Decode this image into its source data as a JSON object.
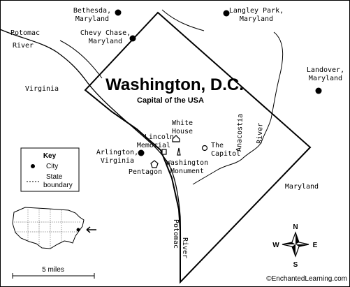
{
  "map": {
    "title": "Washington, D.C.",
    "subtitle": "Capital of the USA",
    "credit": "©EnchantedLearning.com",
    "scale_label": "5 miles",
    "regions": {
      "virginia": "Virginia",
      "maryland": "Maryland"
    },
    "rivers": {
      "potomac_upper_1": "Potomac",
      "potomac_upper_2": "River",
      "potomac_lower_1": "Potomac",
      "potomac_lower_2": "River",
      "anacostia_1": "Anacostia",
      "anacostia_2": "River"
    },
    "cities": {
      "bethesda_1": "Bethesda,",
      "bethesda_2": "Maryland",
      "chevy_1": "Chevy Chase,",
      "chevy_2": "Maryland",
      "langley_1": "Langley Park,",
      "langley_2": "Maryland",
      "landover_1": "Landover,",
      "landover_2": "Maryland",
      "arlington_1": "Arlington,",
      "arlington_2": "Virginia"
    },
    "landmarks": {
      "white_house_1": "White",
      "white_house_2": "House",
      "lincoln_1": "Lincoln",
      "lincoln_2": "Memorial",
      "capitol_1": "The",
      "capitol_2": "Capitol",
      "washmon_1": "Washington",
      "washmon_2": "Monument",
      "pentagon": "Pentagon"
    },
    "key": {
      "title": "Key",
      "city": "City",
      "boundary_1": "State",
      "boundary_2": "boundary"
    },
    "compass": {
      "n": "N",
      "s": "S",
      "e": "E",
      "w": "W"
    }
  }
}
